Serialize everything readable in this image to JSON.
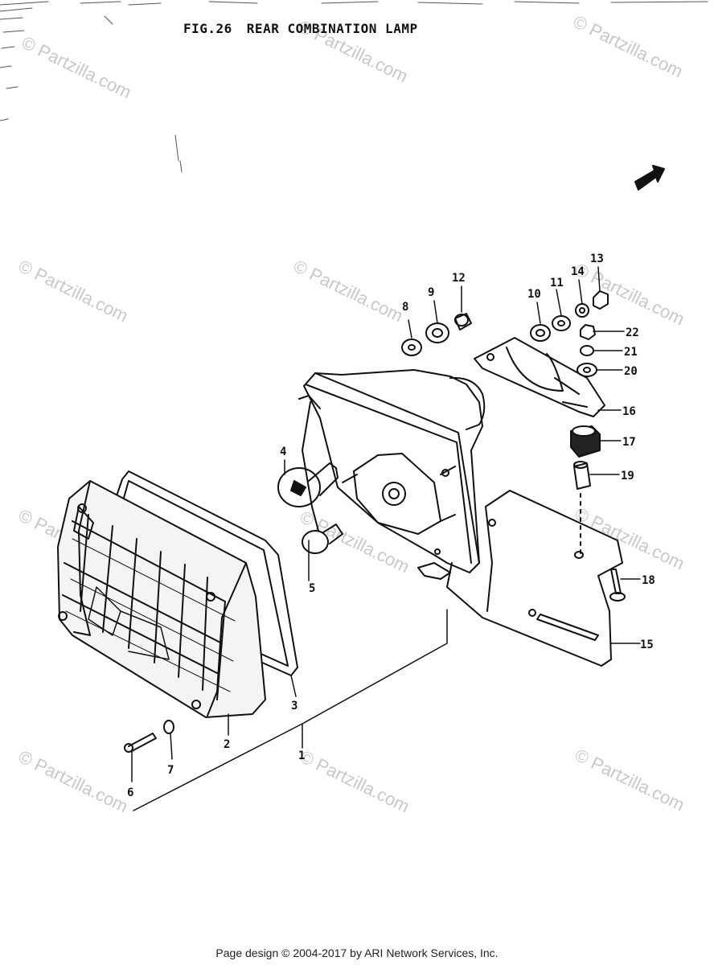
{
  "header": {
    "fig_label": "FIG.26",
    "title": "REAR COMBINATION LAMP"
  },
  "watermark": {
    "text": "© Partzilla.com",
    "color": "#c8c8c8"
  },
  "callouts": [
    "1",
    "2",
    "3",
    "4",
    "5",
    "6",
    "7",
    "8",
    "9",
    "10",
    "11",
    "12",
    "13",
    "14",
    "15",
    "16",
    "17",
    "18",
    "19",
    "20",
    "21",
    "22"
  ],
  "parts": [
    {
      "name": "lens-assembly",
      "callout": "2"
    },
    {
      "name": "lens-gasket",
      "callout": "3"
    },
    {
      "name": "lamp-housing",
      "callout": "1"
    },
    {
      "name": "bulb-large",
      "callout": "4"
    },
    {
      "name": "bulb-small",
      "callout": "5"
    },
    {
      "name": "lens-screw",
      "callout": "6"
    },
    {
      "name": "lens-washer",
      "callout": "7"
    },
    {
      "name": "washer",
      "callout": "8"
    },
    {
      "name": "washer",
      "callout": "9"
    },
    {
      "name": "washer",
      "callout": "10"
    },
    {
      "name": "washer",
      "callout": "11"
    },
    {
      "name": "spacer",
      "callout": "12"
    },
    {
      "name": "nut",
      "callout": "13"
    },
    {
      "name": "washer",
      "callout": "14"
    },
    {
      "name": "plate-bracket",
      "callout": "15"
    },
    {
      "name": "upper-bracket",
      "callout": "16"
    },
    {
      "name": "rubber-cushion",
      "callout": "17"
    },
    {
      "name": "bolt",
      "callout": "18"
    },
    {
      "name": "collar",
      "callout": "19"
    },
    {
      "name": "washer",
      "callout": "20"
    },
    {
      "name": "lock-washer",
      "callout": "21"
    },
    {
      "name": "nut",
      "callout": "22"
    }
  ],
  "footer": {
    "text": "Page design © 2004-2017 by ARI Network Services, Inc."
  }
}
